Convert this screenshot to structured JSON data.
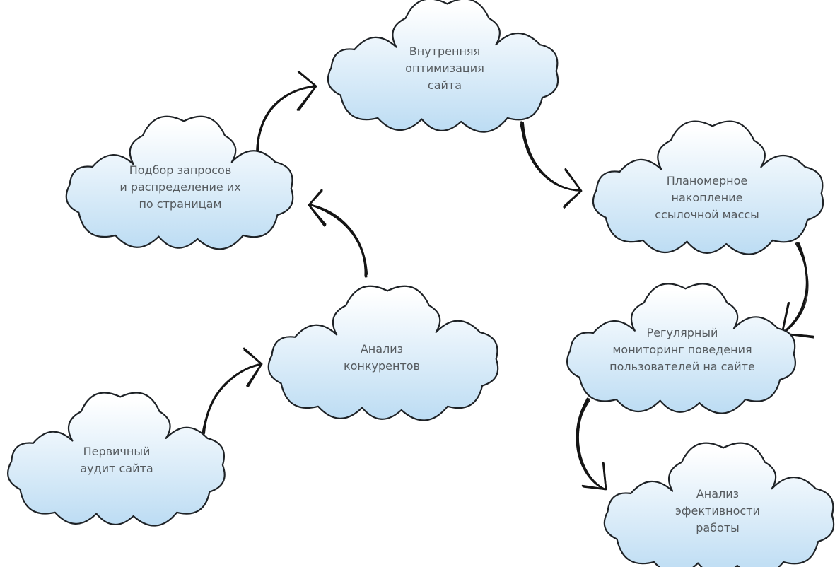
{
  "diagram": {
    "nodes": [
      {
        "id": "primary-audit",
        "lines": [
          "Первичный",
          "аудит сайта"
        ]
      },
      {
        "id": "competitor-analysis",
        "lines": [
          "Анализ",
          "конкурентов"
        ]
      },
      {
        "id": "query-selection",
        "lines": [
          "Подбор запросов",
          "и распределение их",
          "по страницам"
        ]
      },
      {
        "id": "internal-optimization",
        "lines": [
          "Внутренняя",
          "оптимизация",
          "сайта"
        ]
      },
      {
        "id": "link-building",
        "lines": [
          "Планомерное",
          "накопление",
          "ссылочной массы"
        ]
      },
      {
        "id": "behavior-monitoring",
        "lines": [
          "Регулярный",
          "мониторинг поведения",
          "пользователей на сайте"
        ]
      },
      {
        "id": "efficiency-analysis",
        "lines": [
          "Анализ",
          "эфективности",
          "работы"
        ]
      }
    ],
    "edges": [
      {
        "from": "primary-audit",
        "to": "competitor-analysis"
      },
      {
        "from": "competitor-analysis",
        "to": "query-selection"
      },
      {
        "from": "query-selection",
        "to": "internal-optimization"
      },
      {
        "from": "internal-optimization",
        "to": "link-building"
      },
      {
        "from": "link-building",
        "to": "behavior-monitoring"
      },
      {
        "from": "behavior-monitoring",
        "to": "efficiency-analysis"
      }
    ],
    "colors": {
      "cloud_top": "#ffffff",
      "cloud_bottom": "#bcdcf3",
      "cloud_outline": "#1e2226",
      "arrow": "#151515",
      "text": "#555a5e"
    }
  }
}
